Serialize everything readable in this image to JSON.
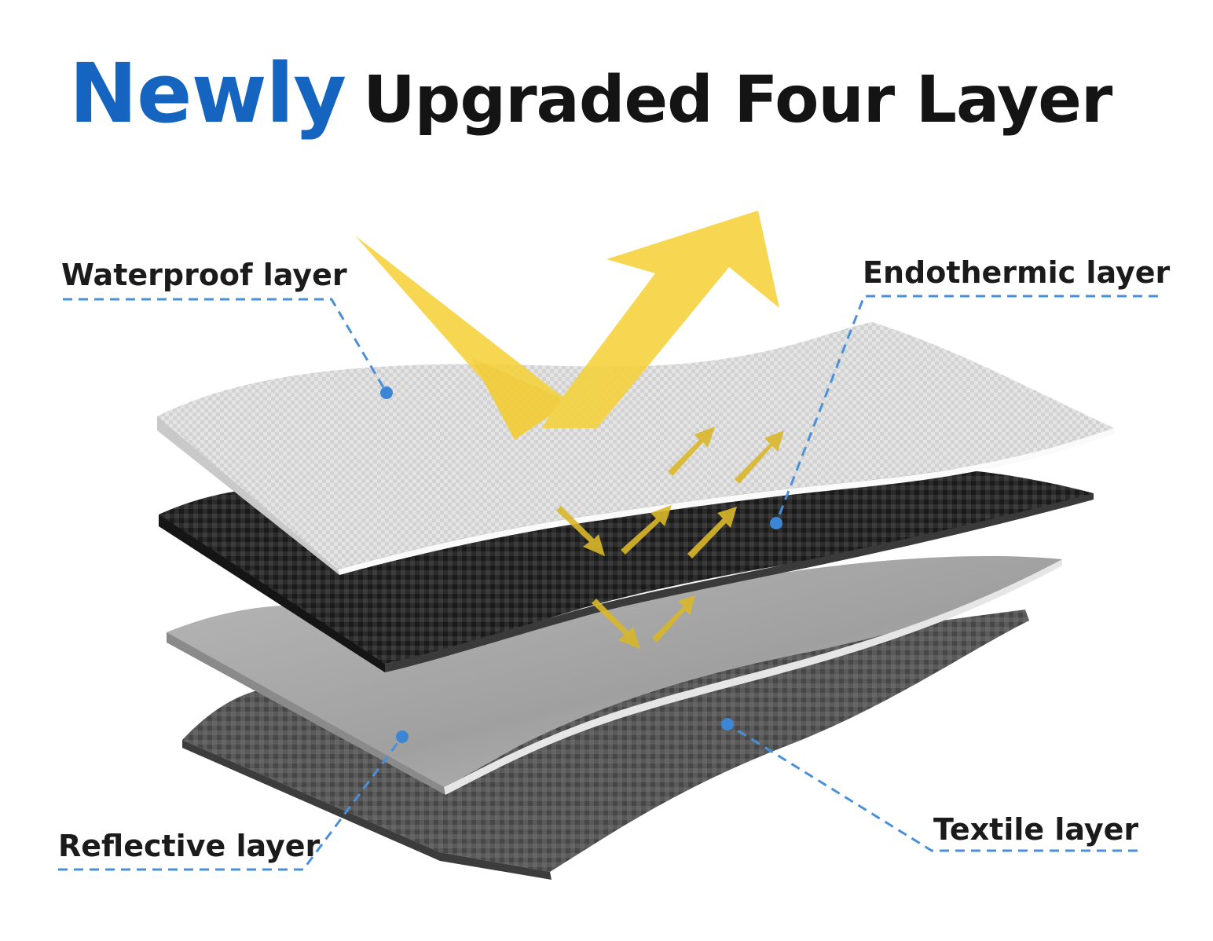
{
  "title": {
    "accent": "Newly",
    "main": "Upgraded Four Layer"
  },
  "labels": {
    "waterproof": "Waterproof layer",
    "endothermic": "Endothermic layer",
    "reflective": "Reflective layer",
    "textile": "Textile layer"
  },
  "colors": {
    "accent": "#1565c0",
    "leader": "#4a90d9",
    "arrow": "#f6d23a",
    "waterproof_layer": "#e3e3e3",
    "endothermic_layer": "#2a2a2a",
    "reflective_layer": "#a9a9a9",
    "textile_layer": "#575757"
  }
}
